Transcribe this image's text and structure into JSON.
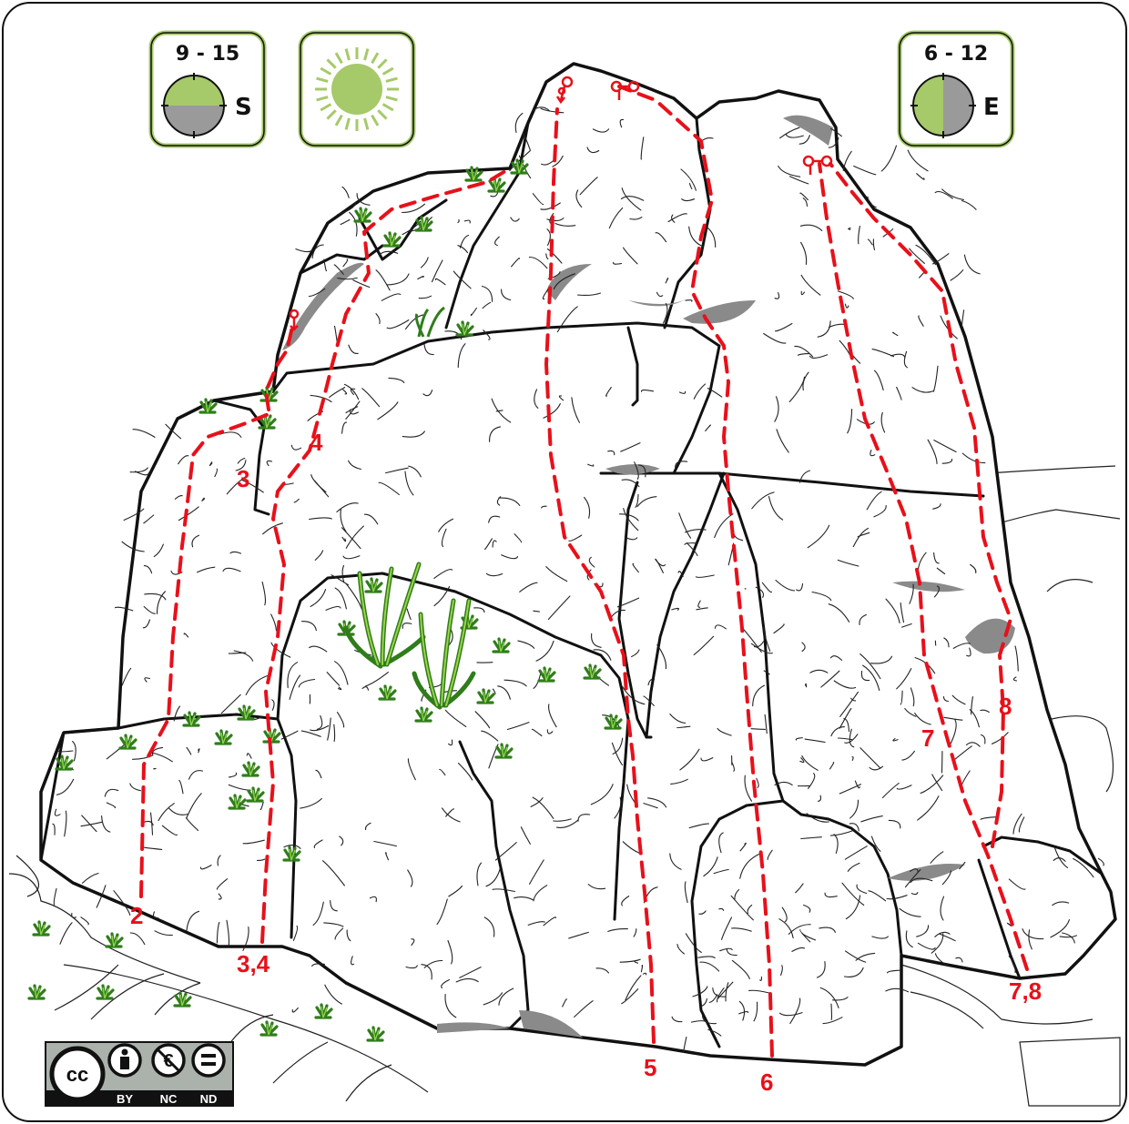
{
  "badges": {
    "south": {
      "hours": "9 - 15",
      "direction": "S"
    },
    "east": {
      "hours": "6 - 12",
      "direction": "E"
    },
    "sun_icon": "sun-icon"
  },
  "routes": [
    {
      "id": "2",
      "label": "2"
    },
    {
      "id": "3",
      "label": "3"
    },
    {
      "id": "4",
      "label": "4"
    },
    {
      "id": "3,4",
      "label": "3,4"
    },
    {
      "id": "5",
      "label": "5"
    },
    {
      "id": "6",
      "label": "6"
    },
    {
      "id": "7",
      "label": "7"
    },
    {
      "id": "8",
      "label": "8"
    },
    {
      "id": "7,8",
      "label": "7,8"
    }
  ],
  "license": {
    "cc": "cc",
    "by": "BY",
    "nc": "NC",
    "nd": "ND"
  },
  "colors": {
    "route": "#e8101a",
    "badge_border": "#a6c96a",
    "badge_sun_fill": "#a6c96a",
    "badge_shade_fill": "#9a9a9a"
  }
}
